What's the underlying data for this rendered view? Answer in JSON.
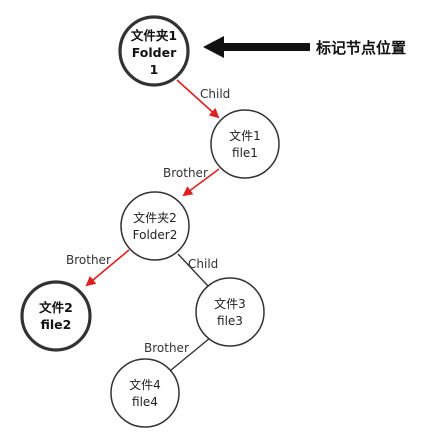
{
  "nodes": {
    "folder1": {
      "line1": "文件夹1",
      "line2": "Folder",
      "line3": "1"
    },
    "file1": {
      "line1": "文件1",
      "line2": "file1"
    },
    "folder2": {
      "line1": "文件夹2",
      "line2": "Folder2"
    },
    "file2": {
      "line1": "文件2",
      "line2": "file2"
    },
    "file3": {
      "line1": "文件3",
      "line2": "file3"
    },
    "file4": {
      "line1": "文件4",
      "line2": "file4"
    }
  },
  "edges": {
    "folder1_file1": "Child",
    "file1_folder2": "Brother",
    "folder2_file2": "Brother",
    "folder2_file3": "Child",
    "file3_file4": "Brother"
  },
  "marker": {
    "label": "标记节点位置"
  },
  "colors": {
    "highlight_edge": "#e02020",
    "plain_edge": "#333333",
    "node_border": "#333333"
  }
}
